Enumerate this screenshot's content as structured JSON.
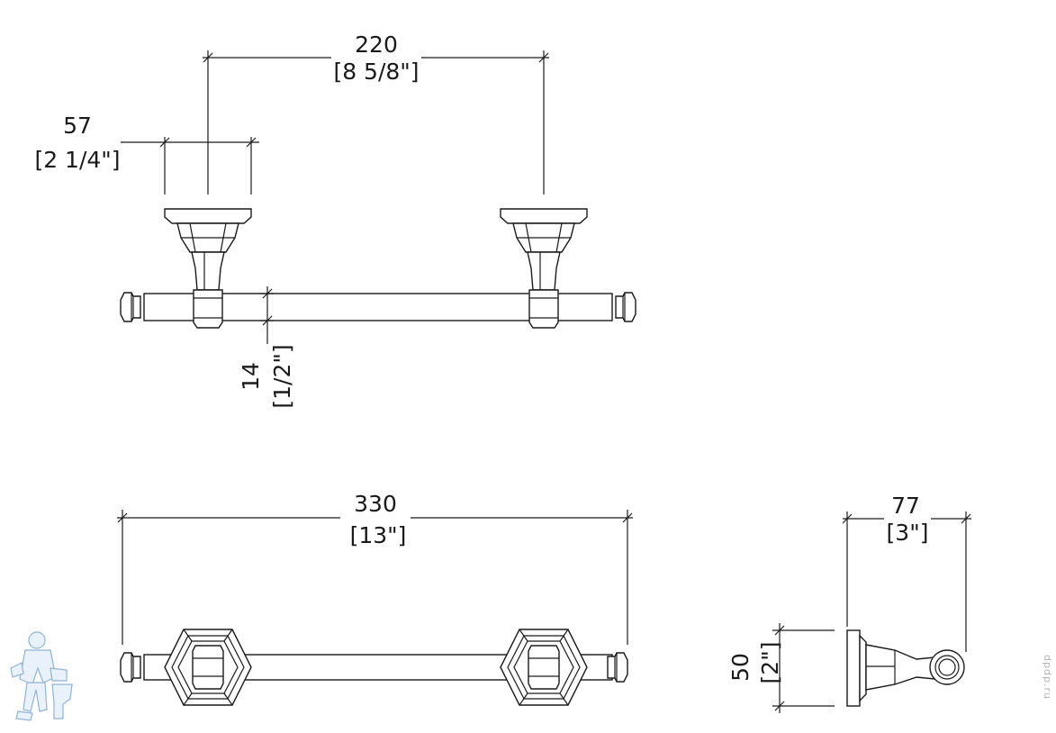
{
  "drawing": {
    "front_view": {
      "bracket_spacing": {
        "mm": "220",
        "inch": "[8 5/8\"]"
      },
      "bracket_width": {
        "mm": "57",
        "inch": "[2 1/4\"]"
      },
      "bar_diameter": {
        "mm": "14",
        "inch": "[1/2\"]"
      }
    },
    "top_view": {
      "overall_length": {
        "mm": "330",
        "inch": "[13\"]"
      }
    },
    "side_view": {
      "projection": {
        "mm": "77",
        "inch": "[3\"]"
      },
      "plate_height": {
        "mm": "50",
        "inch": "[2\"]"
      }
    },
    "watermark": "dpdp.ru"
  }
}
